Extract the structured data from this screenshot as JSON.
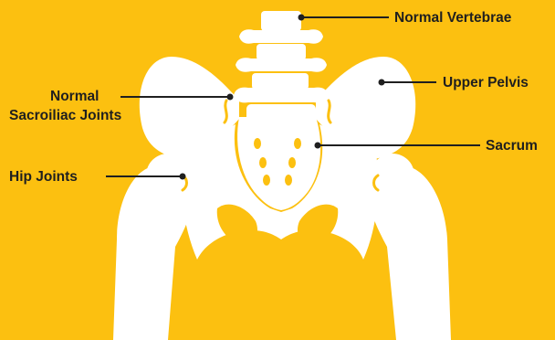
{
  "colors": {
    "background": "#FCC010",
    "bone": "#FFFFFF",
    "line": "#1F1F1F",
    "label_text": "#1F1F1F"
  },
  "labels": {
    "normal_vertebrae": "Normal Vertebrae",
    "upper_pelvis": "Upper Pelvis",
    "normal_sacroiliac_line1": "Normal",
    "normal_sacroiliac_line2": "Sacroiliac Joints",
    "sacrum": "Sacrum",
    "hip_joints": "Hip Joints"
  }
}
